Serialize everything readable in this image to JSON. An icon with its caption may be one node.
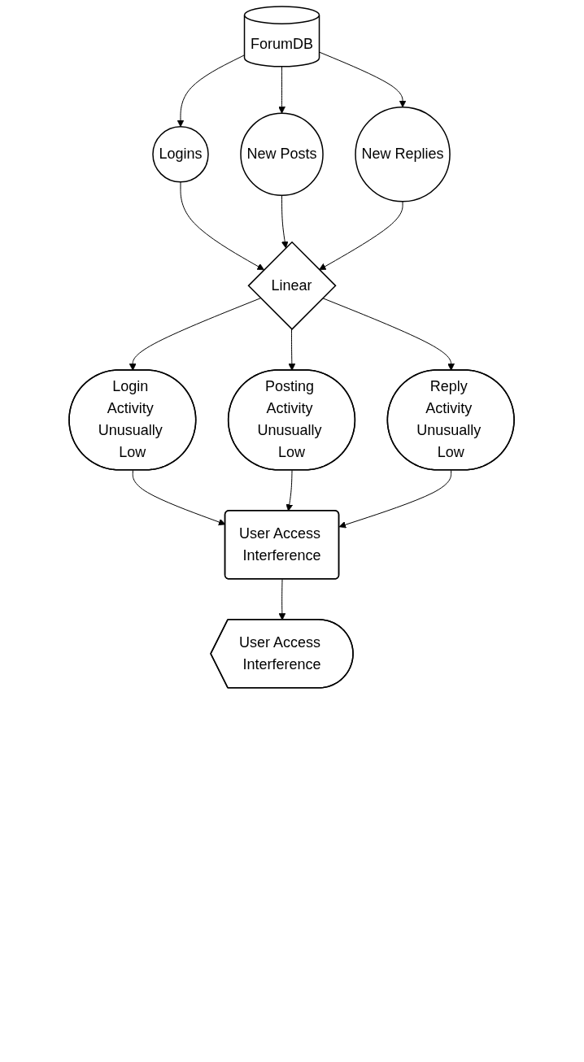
{
  "diagram": {
    "nodes": [
      {
        "text": [
          "ForumDB"
        ]
      },
      {
        "text": [
          "Logins"
        ]
      },
      {
        "text": [
          "New Posts"
        ]
      },
      {
        "text": [
          "New Replies"
        ]
      },
      {
        "text": [
          "Linear"
        ]
      },
      {
        "text": [
          "Login Activity Unusually Low"
        ]
      },
      {
        "text": [
          "Posting Activity Unusually Low"
        ]
      },
      {
        "text": [
          "Reply Activity Unusually Low"
        ]
      },
      {
        "text": [
          "User Access Interference"
        ]
      },
      {
        "text": [
          "User Access Interference"
        ]
      }
    ],
    "edges": [
      {
        "from": 0,
        "to": 1,
        "arrow": "to"
      },
      {
        "from": 0,
        "to": 2,
        "arrow": "to"
      },
      {
        "from": 0,
        "to": 3,
        "arrow": "to"
      },
      {
        "from": 1,
        "to": 4,
        "arrow": "to"
      },
      {
        "from": 2,
        "to": 4,
        "arrow": "to"
      },
      {
        "from": 3,
        "to": 4,
        "arrow": "to"
      },
      {
        "from": 4,
        "to": 5,
        "arrow": "to"
      },
      {
        "from": 4,
        "to": 6,
        "arrow": "to"
      },
      {
        "from": 4,
        "to": 7,
        "arrow": "to"
      },
      {
        "from": 5,
        "to": 8,
        "arrow": "to"
      },
      {
        "from": 6,
        "to": 8,
        "arrow": "to"
      },
      {
        "from": 7,
        "to": 8,
        "arrow": "to"
      },
      {
        "from": 8,
        "to": 9,
        "arrow": "to"
      }
    ]
  }
}
